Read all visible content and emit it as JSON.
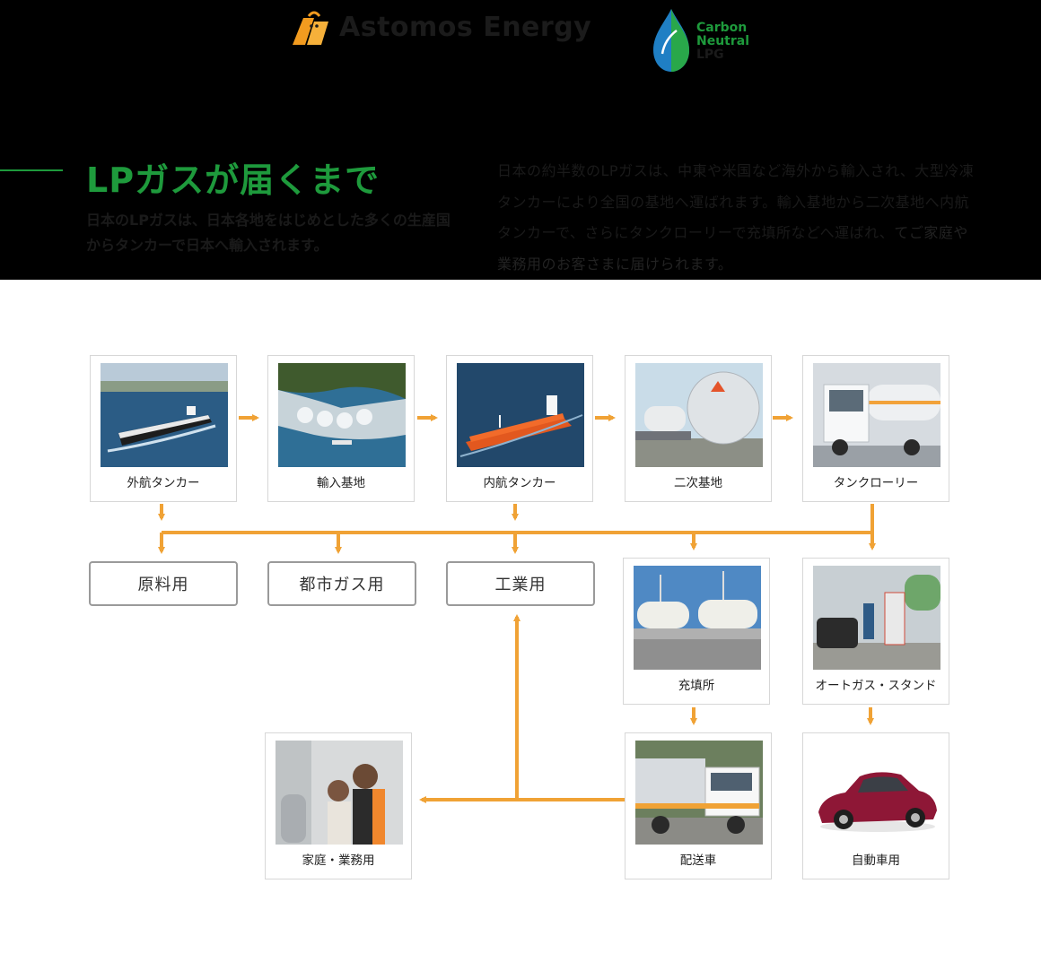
{
  "brand": {
    "name": "Astomos Energy",
    "badge_lines": [
      "Carbon",
      "Neutral",
      "LPG"
    ]
  },
  "heading": {
    "title": "LPガスが届くまで",
    "subtitle": "日本のLPガスは、日本各地をはじめとした多くの生産国からタンカーで日本へ輸入されます。"
  },
  "description": {
    "main": "日本の約半数のLPガスは、中東や米国など海外から輸入され、大型冷凍タンカーにより全国の基地へ運ばれます。輸入基地から二次基地へ内航タンカーで、さらにタンクローリーで充填所などへ運ばれ、",
    "tail": "てご家庭や業務用のお客さまに届けられます。"
  },
  "nodes": {
    "ocean_tanker": "外航タンカー",
    "import_base": "輸入基地",
    "coastal_tanker": "内航タンカー",
    "secondary_base": "二次基地",
    "tank_lorry": "タンクローリー",
    "filling_station": "充填所",
    "autogas_station": "オートガス・スタンド",
    "home_business": "家庭・業務用",
    "delivery_truck": "配送車",
    "automobile": "自動車用"
  },
  "uses": {
    "raw_material": "原料用",
    "city_gas": "都市ガス用",
    "industrial": "工業用"
  },
  "colors": {
    "accent_green": "#1e9a3c",
    "arrow_orange": "#f0a235",
    "logo_orange": "#f29b1f"
  }
}
